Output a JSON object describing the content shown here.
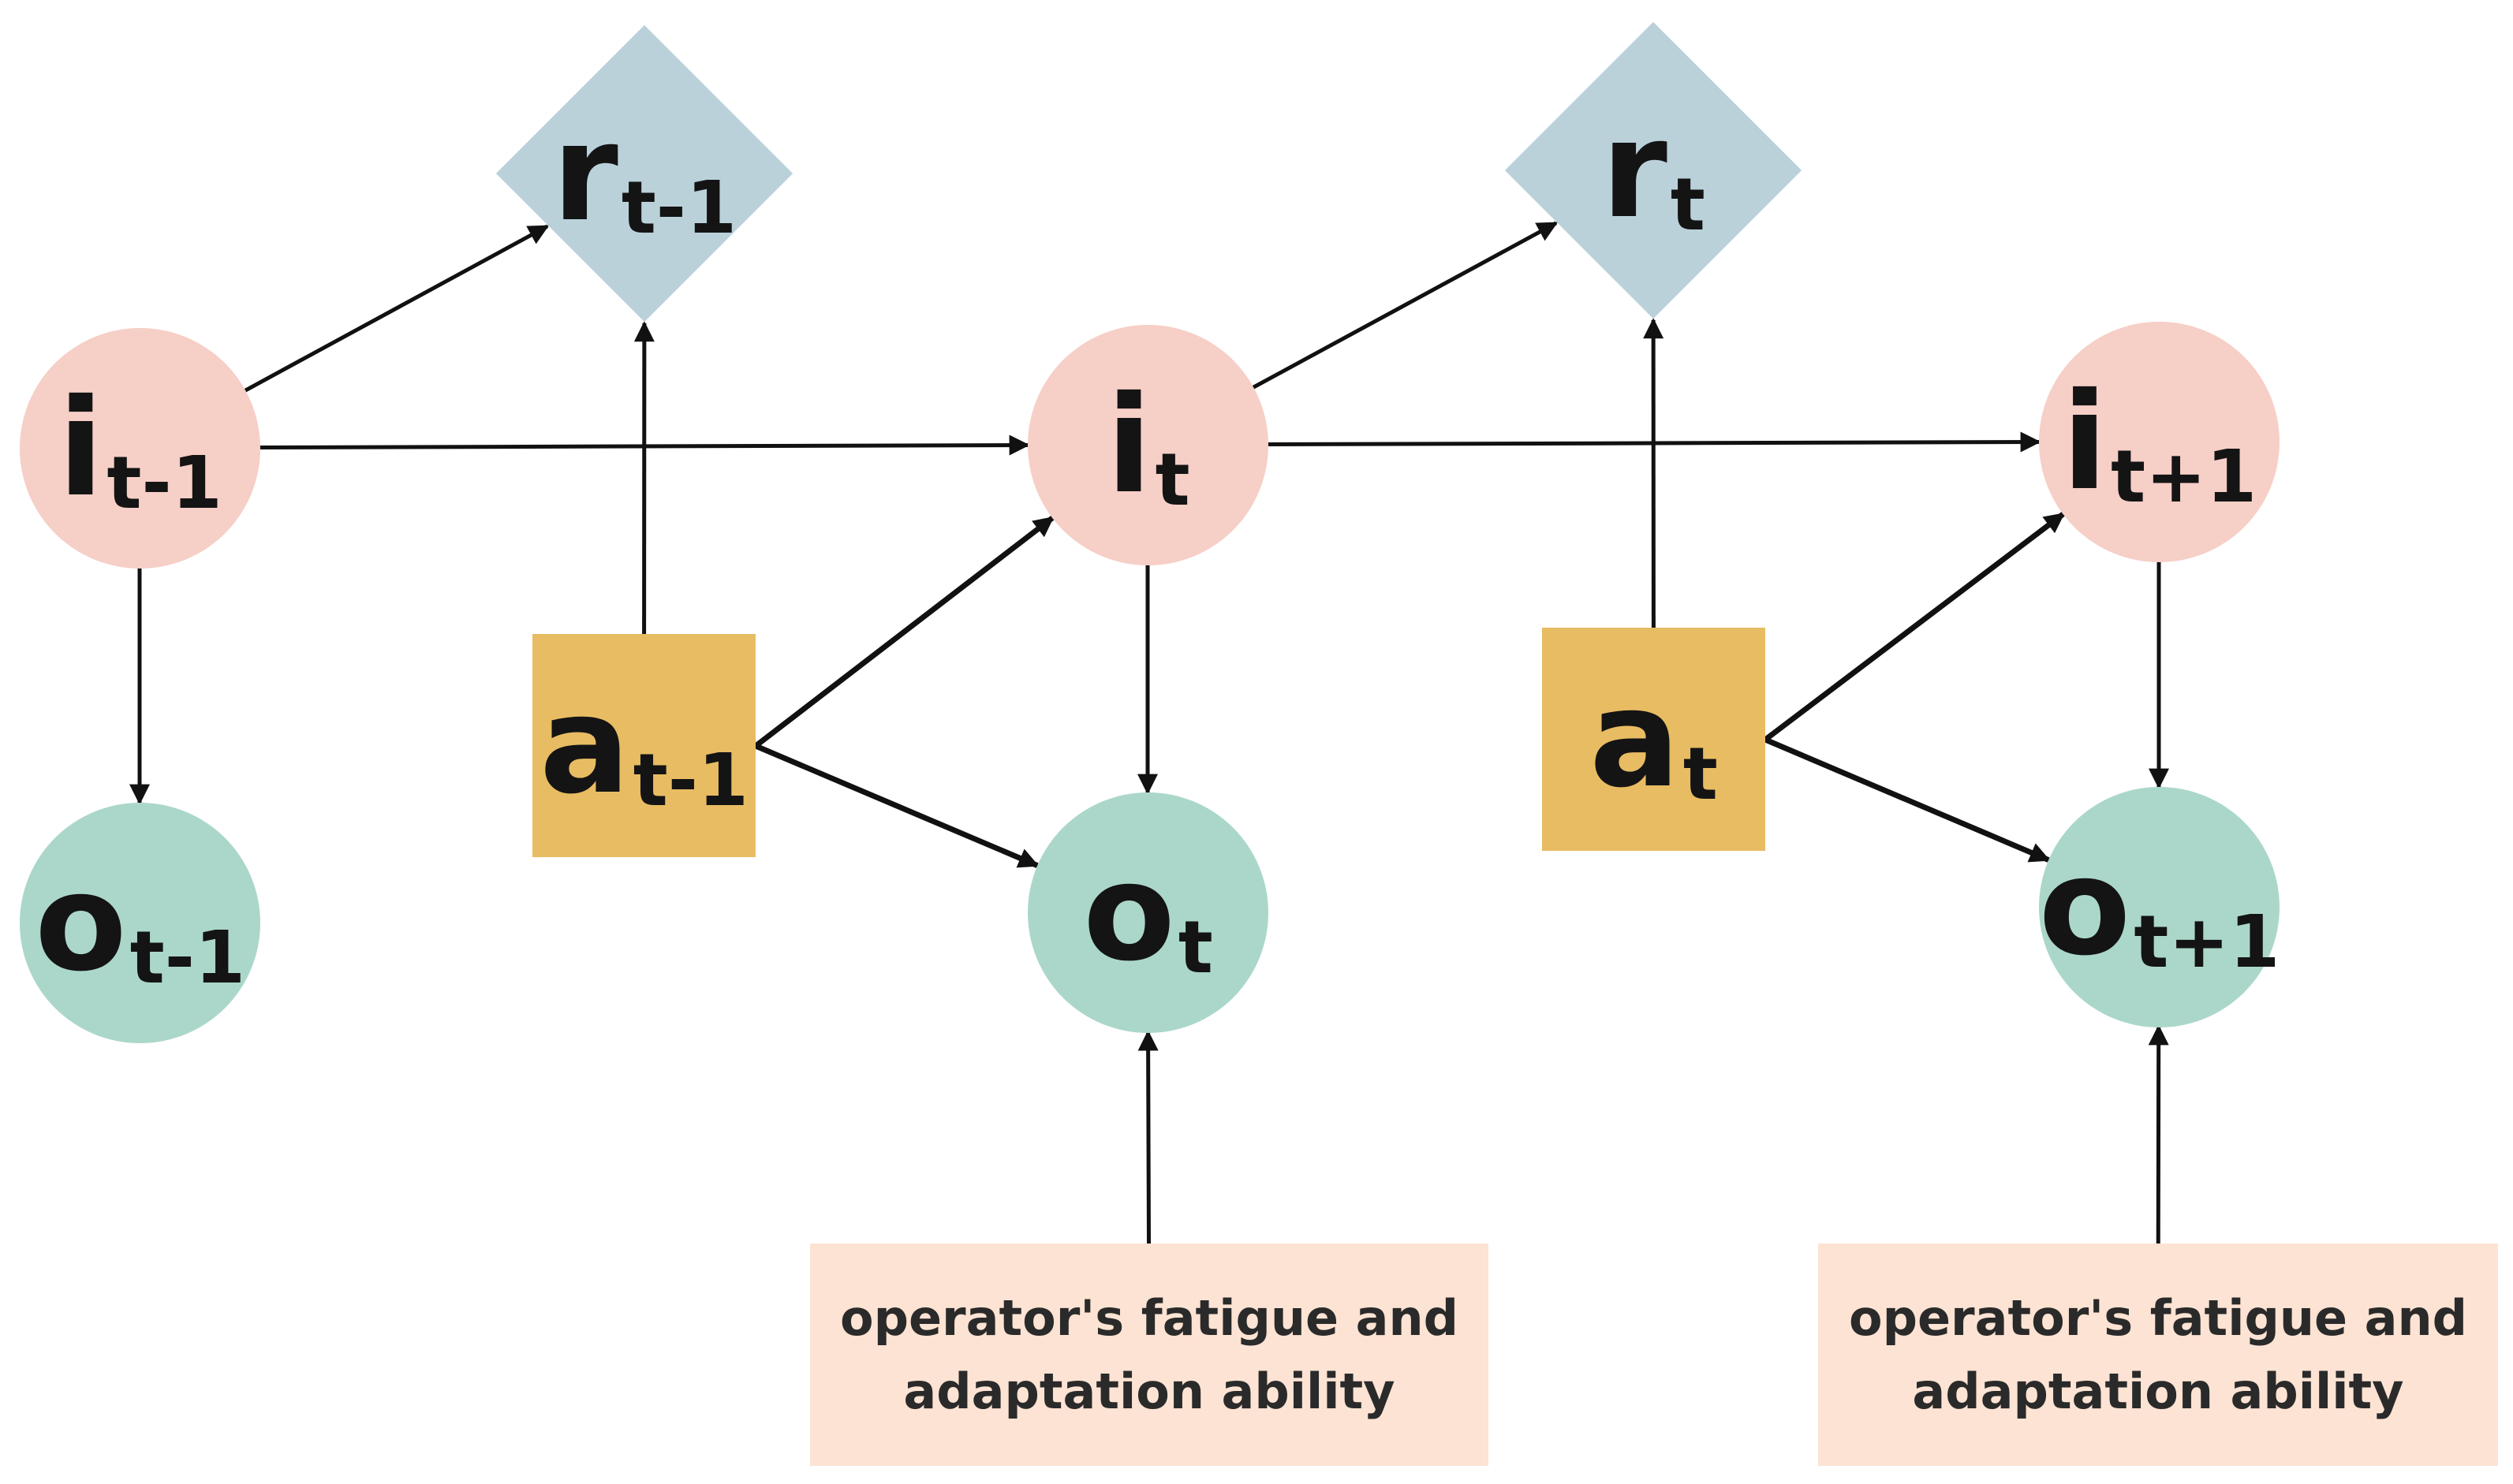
{
  "colors": {
    "i_node": "#f6cfc7",
    "o_node": "#abd7ca",
    "a_node": "#e8bc63",
    "r_node": "#bad1da",
    "note": "#fde3d3",
    "edge": "#111111"
  },
  "nodes": {
    "i_prev": {
      "main": "i",
      "sub": "t-1"
    },
    "i_cur": {
      "main": "i",
      "sub": "t"
    },
    "i_next": {
      "main": "i",
      "sub": "t+1"
    },
    "o_prev": {
      "main": "o",
      "sub": "t-1"
    },
    "o_cur": {
      "main": "o",
      "sub": "t"
    },
    "o_next": {
      "main": "o",
      "sub": "t+1"
    },
    "a_prev": {
      "main": "a",
      "sub": "t-1"
    },
    "a_cur": {
      "main": "a",
      "sub": "t"
    },
    "r_prev": {
      "main": "r",
      "sub": "t-1"
    },
    "r_cur": {
      "main": "r",
      "sub": "t"
    }
  },
  "notes": [
    {
      "line1": "operator's fatigue and",
      "line2": "adaptation ability"
    },
    {
      "line1": "operator's fatigue and",
      "line2": "adaptation ability"
    }
  ],
  "edges": [
    {
      "from": "i_prev",
      "to": "r_prev"
    },
    {
      "from": "i_prev",
      "to": "i_cur"
    },
    {
      "from": "i_prev",
      "to": "o_prev"
    },
    {
      "from": "a_prev",
      "to": "r_prev"
    },
    {
      "from": "a_prev",
      "to": "i_cur"
    },
    {
      "from": "a_prev",
      "to": "o_cur"
    },
    {
      "from": "i_cur",
      "to": "o_cur"
    },
    {
      "from": "i_cur",
      "to": "r_cur"
    },
    {
      "from": "i_cur",
      "to": "i_next"
    },
    {
      "from": "a_cur",
      "to": "r_cur"
    },
    {
      "from": "a_cur",
      "to": "i_next"
    },
    {
      "from": "a_cur",
      "to": "o_next"
    },
    {
      "from": "i_next",
      "to": "o_next"
    },
    {
      "from": "note_1",
      "to": "o_cur"
    },
    {
      "from": "note_2",
      "to": "o_next"
    }
  ]
}
